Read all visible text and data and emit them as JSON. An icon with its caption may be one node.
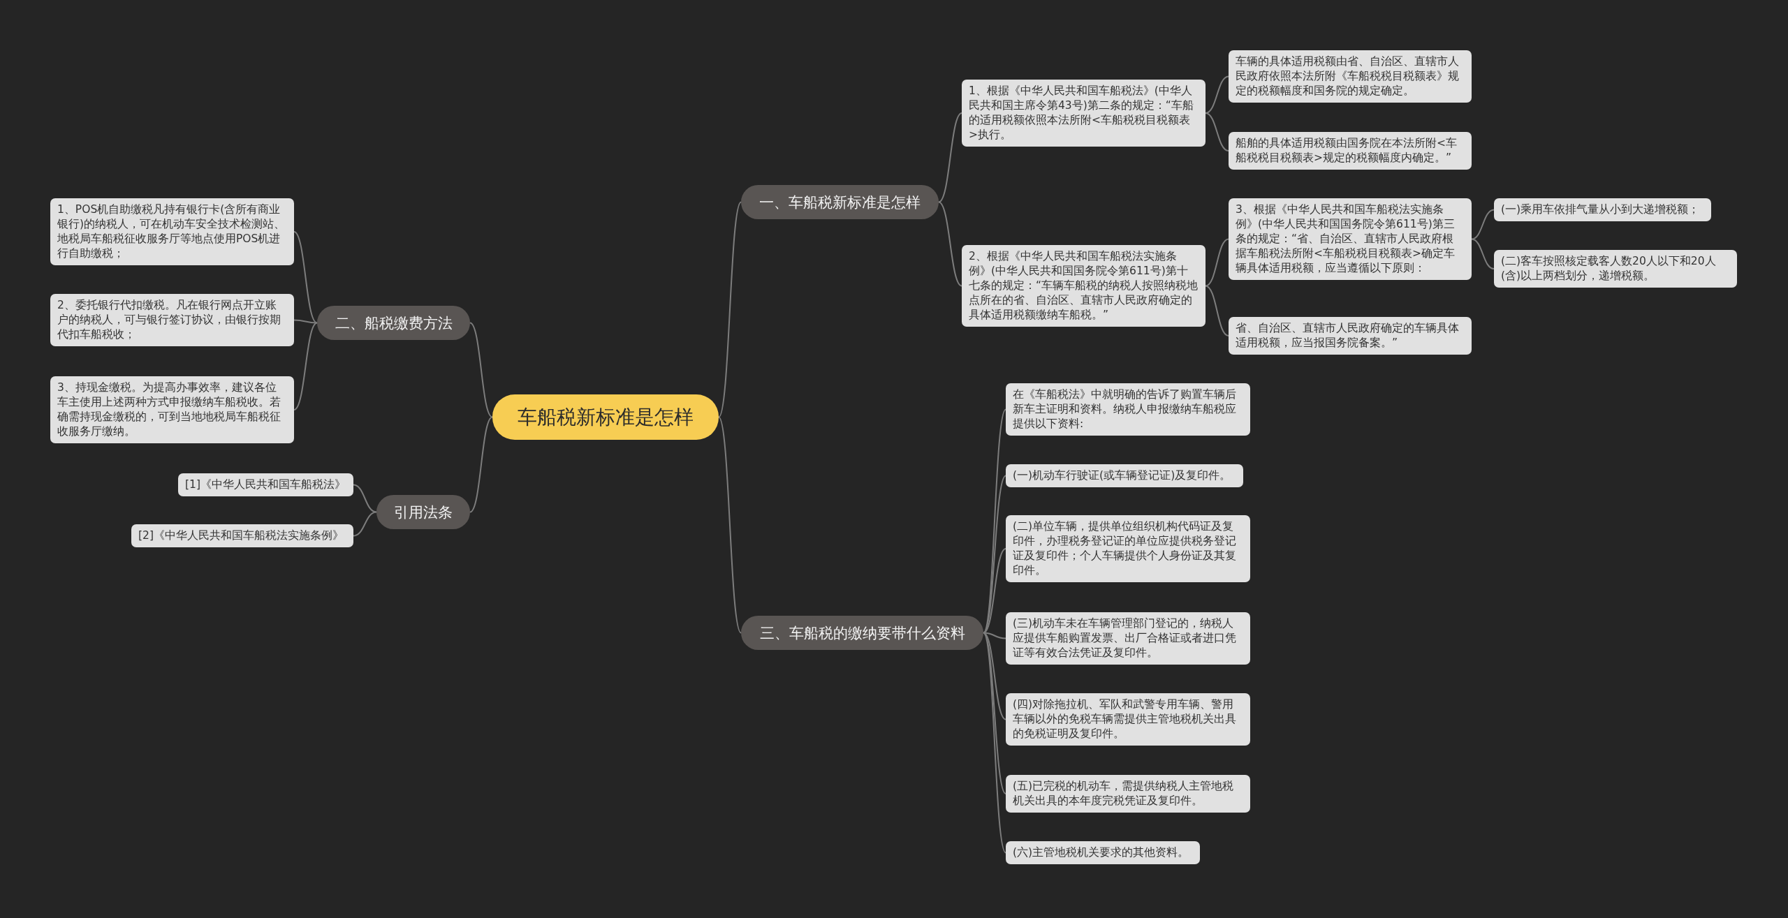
{
  "diagram": {
    "nodes": [
      {
        "text": [
          "车船税新标准是怎样"
        ]
      },
      {
        "text": [
          "一、车船税新标准是怎样"
        ]
      },
      {
        "text": [
          "1、根据《中华人民共和国车船税法》(中华人民共和国主席令第43号)第二条的规定：“车船的适用税额依照本法所附<车船税税目税额表>执行。"
        ]
      },
      {
        "text": [
          "车辆的具体适用税额由省、自治区、直辖市人民政府依照本法所附《车船税税目税额表》规定的税额幅度和国务院的规定确定。"
        ]
      },
      {
        "text": [
          "船舶的具体适用税额由国务院在本法所附<车船税税目税额表>规定的税额幅度内确定。”"
        ]
      },
      {
        "text": [
          "2、根据《中华人民共和国车船税法实施条例》(中华人民共和国国务院令第611号)第十七条的规定：“车辆车船税的纳税人按照纳税地点所在的省、自治区、直辖市人民政府确定的具体适用税额缴纳车船税。”"
        ]
      },
      {
        "text": [
          "3、根据《中华人民共和国车船税法实施条例》(中华人民共和国国务院令第611号)第三条的规定：“省、自治区、直辖市人民政府根据车船税法所附<车船税税目税额表>确定车辆具体适用税额，应当遵循以下原则："
        ]
      },
      {
        "text": [
          "(一)乘用车依排气量从小到大递增税额；"
        ]
      },
      {
        "text": [
          "(二)客车按照核定载客人数20人以下和20人(含)以上两档划分，递增税额。"
        ]
      },
      {
        "text": [
          "省、自治区、直辖市人民政府确定的车辆具体适用税额，应当报国务院备案。”"
        ]
      },
      {
        "text": [
          "二、船税缴费方法"
        ]
      },
      {
        "text": [
          "1、POS机自助缴税凡持有银行卡(含所有商业银行)的纳税人，可在机动车安全技术检测站、地税局车船税征收服务厅等地点使用POS机进行自助缴税；"
        ]
      },
      {
        "text": [
          "2、委托银行代扣缴税。凡在银行网点开立账户的纳税人，可与银行签订协议，由银行按期代扣车船税收；"
        ]
      },
      {
        "text": [
          "3、持现金缴税。为提高办事效率，建议各位车主使用上述两种方式申报缴纳车船税收。若确需持现金缴税的，可到当地地税局车船税征收服务厅缴纳。"
        ]
      },
      {
        "text": [
          "引用法条"
        ]
      },
      {
        "text": [
          "[1]《中华人民共和国车船税法》"
        ]
      },
      {
        "text": [
          "[2]《中华人民共和国车船税法实施条例》"
        ]
      },
      {
        "text": [
          "三、车船税的缴纳要带什么资料"
        ]
      },
      {
        "text": [
          "在《车船税法》中就明确的告诉了购置车辆后新车主证明和资料。纳税人申报缴纳车船税应提供以下资料:"
        ]
      },
      {
        "text": [
          "(一)机动车行驶证(或车辆登记证)及复印件。"
        ]
      },
      {
        "text": [
          "(二)单位车辆，提供单位组织机构代码证及复印件，办理税务登记证的单位应提供税务登记证及复印件；个人车辆提供个人身份证及其复印件。"
        ]
      },
      {
        "text": [
          "(三)机动车未在车辆管理部门登记的，纳税人应提供车船购置发票、出厂合格证或者进口凭证等有效合法凭证及复印件。"
        ]
      },
      {
        "text": [
          "(四)对除拖拉机、军队和武警专用车辆、警用车辆以外的免税车辆需提供主管地税机关出具的免税证明及复印件。"
        ]
      },
      {
        "text": [
          "(五)已完税的机动车，需提供纳税人主管地税机关出具的本年度完税凭证及复印件。"
        ]
      },
      {
        "text": [
          "(六)主管地税机关要求的其他资料。"
        ]
      }
    ],
    "edges": [
      {
        "from": 0,
        "to": 1,
        "arrow": "none"
      },
      {
        "from": 1,
        "to": 2,
        "arrow": "none"
      },
      {
        "from": 2,
        "to": 3,
        "arrow": "none"
      },
      {
        "from": 2,
        "to": 4,
        "arrow": "none"
      },
      {
        "from": 1,
        "to": 5,
        "arrow": "none"
      },
      {
        "from": 5,
        "to": 6,
        "arrow": "none"
      },
      {
        "from": 6,
        "to": 7,
        "arrow": "none"
      },
      {
        "from": 6,
        "to": 8,
        "arrow": "none"
      },
      {
        "from": 5,
        "to": 9,
        "arrow": "none"
      },
      {
        "from": 0,
        "to": 10,
        "arrow": "none"
      },
      {
        "from": 10,
        "to": 11,
        "arrow": "none"
      },
      {
        "from": 10,
        "to": 12,
        "arrow": "none"
      },
      {
        "from": 10,
        "to": 13,
        "arrow": "none"
      },
      {
        "from": 0,
        "to": 14,
        "arrow": "none"
      },
      {
        "from": 14,
        "to": 15,
        "arrow": "none"
      },
      {
        "from": 14,
        "to": 16,
        "arrow": "none"
      },
      {
        "from": 0,
        "to": 17,
        "arrow": "none"
      },
      {
        "from": 17,
        "to": 18,
        "arrow": "none"
      },
      {
        "from": 17,
        "to": 19,
        "arrow": "none"
      },
      {
        "from": 17,
        "to": 20,
        "arrow": "none"
      },
      {
        "from": 17,
        "to": 21,
        "arrow": "none"
      },
      {
        "from": 17,
        "to": 22,
        "arrow": "none"
      },
      {
        "from": 17,
        "to": 23,
        "arrow": "none"
      },
      {
        "from": 17,
        "to": 24,
        "arrow": "none"
      }
    ]
  }
}
